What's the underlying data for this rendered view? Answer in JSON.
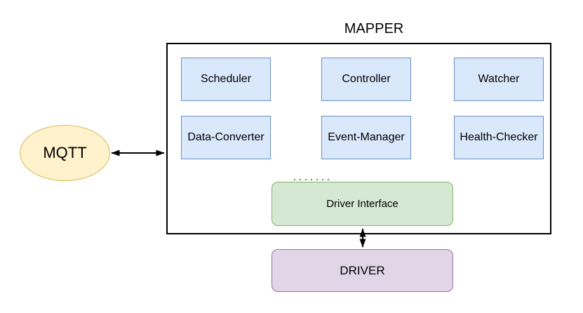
{
  "diagram": {
    "title": "MAPPER",
    "mqtt": {
      "label": "MQTT"
    },
    "components": [
      {
        "id": "scheduler",
        "label": "Scheduler"
      },
      {
        "id": "controller",
        "label": "Controller"
      },
      {
        "id": "watcher",
        "label": "Watcher"
      },
      {
        "id": "data-converter",
        "label": "Data-Converter"
      },
      {
        "id": "event-manager",
        "label": "Event-Manager"
      },
      {
        "id": "health-checker",
        "label": "Health-Checker"
      }
    ],
    "driver_interface": {
      "label": "Driver Interface"
    },
    "driver": {
      "label": "DRIVER"
    },
    "connections": [
      {
        "from": "MQTT",
        "to": "MAPPER",
        "style": "double-arrow"
      },
      {
        "from": "Driver Interface",
        "to": "DRIVER",
        "style": "double-arrow"
      }
    ],
    "colors": {
      "component_fill": "#dae8fc",
      "component_stroke": "#6c8ebf",
      "driver_interface_fill": "#d5e8d4",
      "driver_interface_stroke": "#82b366",
      "driver_fill": "#e1d5e7",
      "driver_stroke": "#9673a6",
      "mqtt_fill": "#fff2cc",
      "mqtt_stroke": "#d6b656",
      "outline": "#000000",
      "arrow": "#000000"
    }
  }
}
